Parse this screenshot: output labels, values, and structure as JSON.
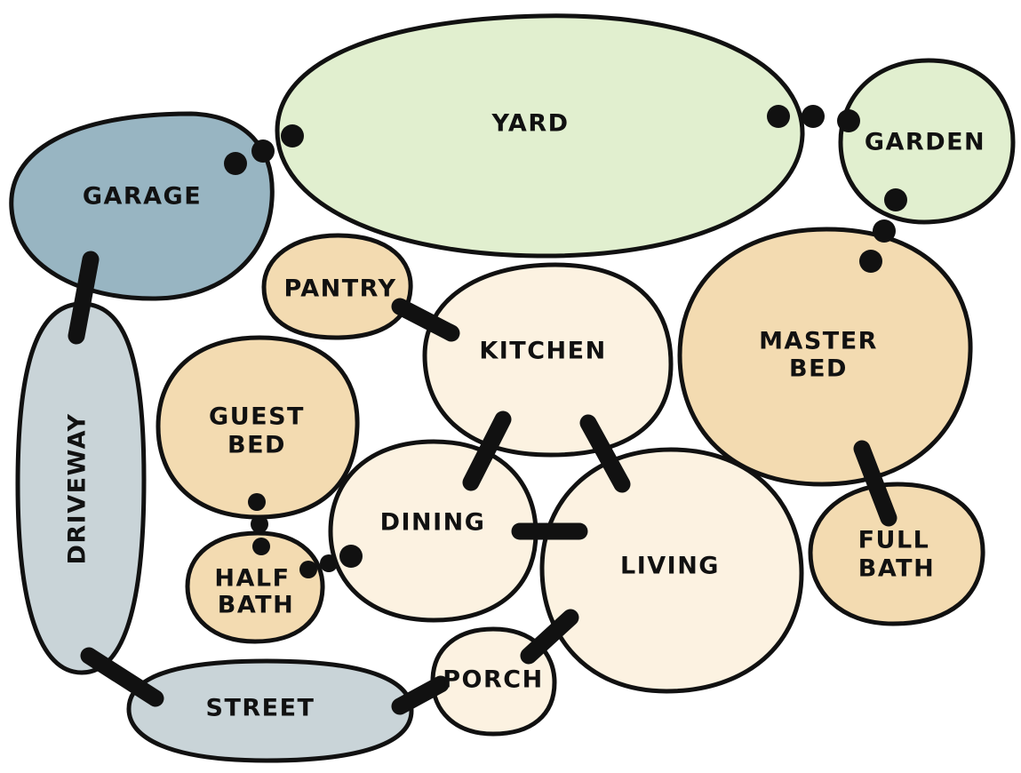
{
  "colors": {
    "outdoor_green": "#e1efcf",
    "garage_blue": "#98b5c2",
    "paved_gray": "#c9d4d8",
    "bedroom_tan": "#f3dbb1",
    "living_cream": "#fcf2e1",
    "outline": "#111111"
  },
  "rooms": {
    "yard": {
      "label": "YARD",
      "fill": "outdoor_green"
    },
    "garden": {
      "label": "GARDEN",
      "fill": "outdoor_green"
    },
    "garage": {
      "label": "GARAGE",
      "fill": "garage_blue"
    },
    "driveway": {
      "label": "DRIVEWAY",
      "fill": "paved_gray"
    },
    "street": {
      "label": "STREET",
      "fill": "paved_gray"
    },
    "pantry": {
      "label": "PANTRY",
      "fill": "bedroom_tan"
    },
    "kitchen": {
      "label": "KITCHEN",
      "fill": "living_cream"
    },
    "master_bed": {
      "label_lines": [
        "MASTER",
        "BED"
      ],
      "fill": "bedroom_tan"
    },
    "guest_bed": {
      "label_lines": [
        "GUEST",
        "BED"
      ],
      "fill": "bedroom_tan"
    },
    "half_bath": {
      "label_lines": [
        "HALF",
        "BATH"
      ],
      "fill": "bedroom_tan"
    },
    "dining": {
      "label": "DINING",
      "fill": "living_cream"
    },
    "living": {
      "label": "LIVING",
      "fill": "living_cream"
    },
    "full_bath": {
      "label_lines": [
        "FULL",
        "BATH"
      ],
      "fill": "bedroom_tan"
    },
    "porch": {
      "label": "PORCH",
      "fill": "living_cream"
    }
  },
  "connections": [
    {
      "from": "garage",
      "to": "driveway",
      "type": "strong"
    },
    {
      "from": "driveway",
      "to": "street",
      "type": "strong"
    },
    {
      "from": "street",
      "to": "porch",
      "type": "strong"
    },
    {
      "from": "porch",
      "to": "living",
      "type": "strong"
    },
    {
      "from": "pantry",
      "to": "kitchen",
      "type": "strong"
    },
    {
      "from": "kitchen",
      "to": "dining",
      "type": "strong"
    },
    {
      "from": "kitchen",
      "to": "living",
      "type": "strong"
    },
    {
      "from": "dining",
      "to": "living",
      "type": "strong"
    },
    {
      "from": "master_bed",
      "to": "full_bath",
      "type": "strong"
    },
    {
      "from": "garage",
      "to": "yard",
      "type": "weak"
    },
    {
      "from": "yard",
      "to": "garden",
      "type": "weak"
    },
    {
      "from": "garden",
      "to": "master_bed",
      "type": "weak"
    },
    {
      "from": "guest_bed",
      "to": "half_bath",
      "type": "weak"
    },
    {
      "from": "half_bath",
      "to": "dining",
      "type": "weak"
    }
  ]
}
